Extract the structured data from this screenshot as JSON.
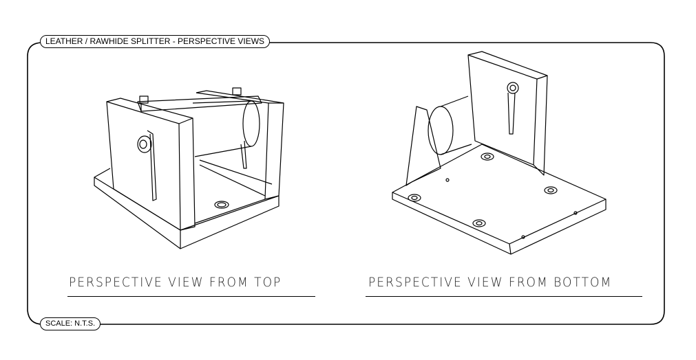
{
  "title_block": {
    "title": "LEATHER / RAWHIDE SPLITTER - PERSPECTIVE VIEWS",
    "scale": "SCALE:  N.T.S."
  },
  "views": [
    {
      "caption": "PERSPECTIVE VIEW FROM TOP"
    },
    {
      "caption": "PERSPECTIVE VIEW FROM BOTTOM"
    }
  ]
}
